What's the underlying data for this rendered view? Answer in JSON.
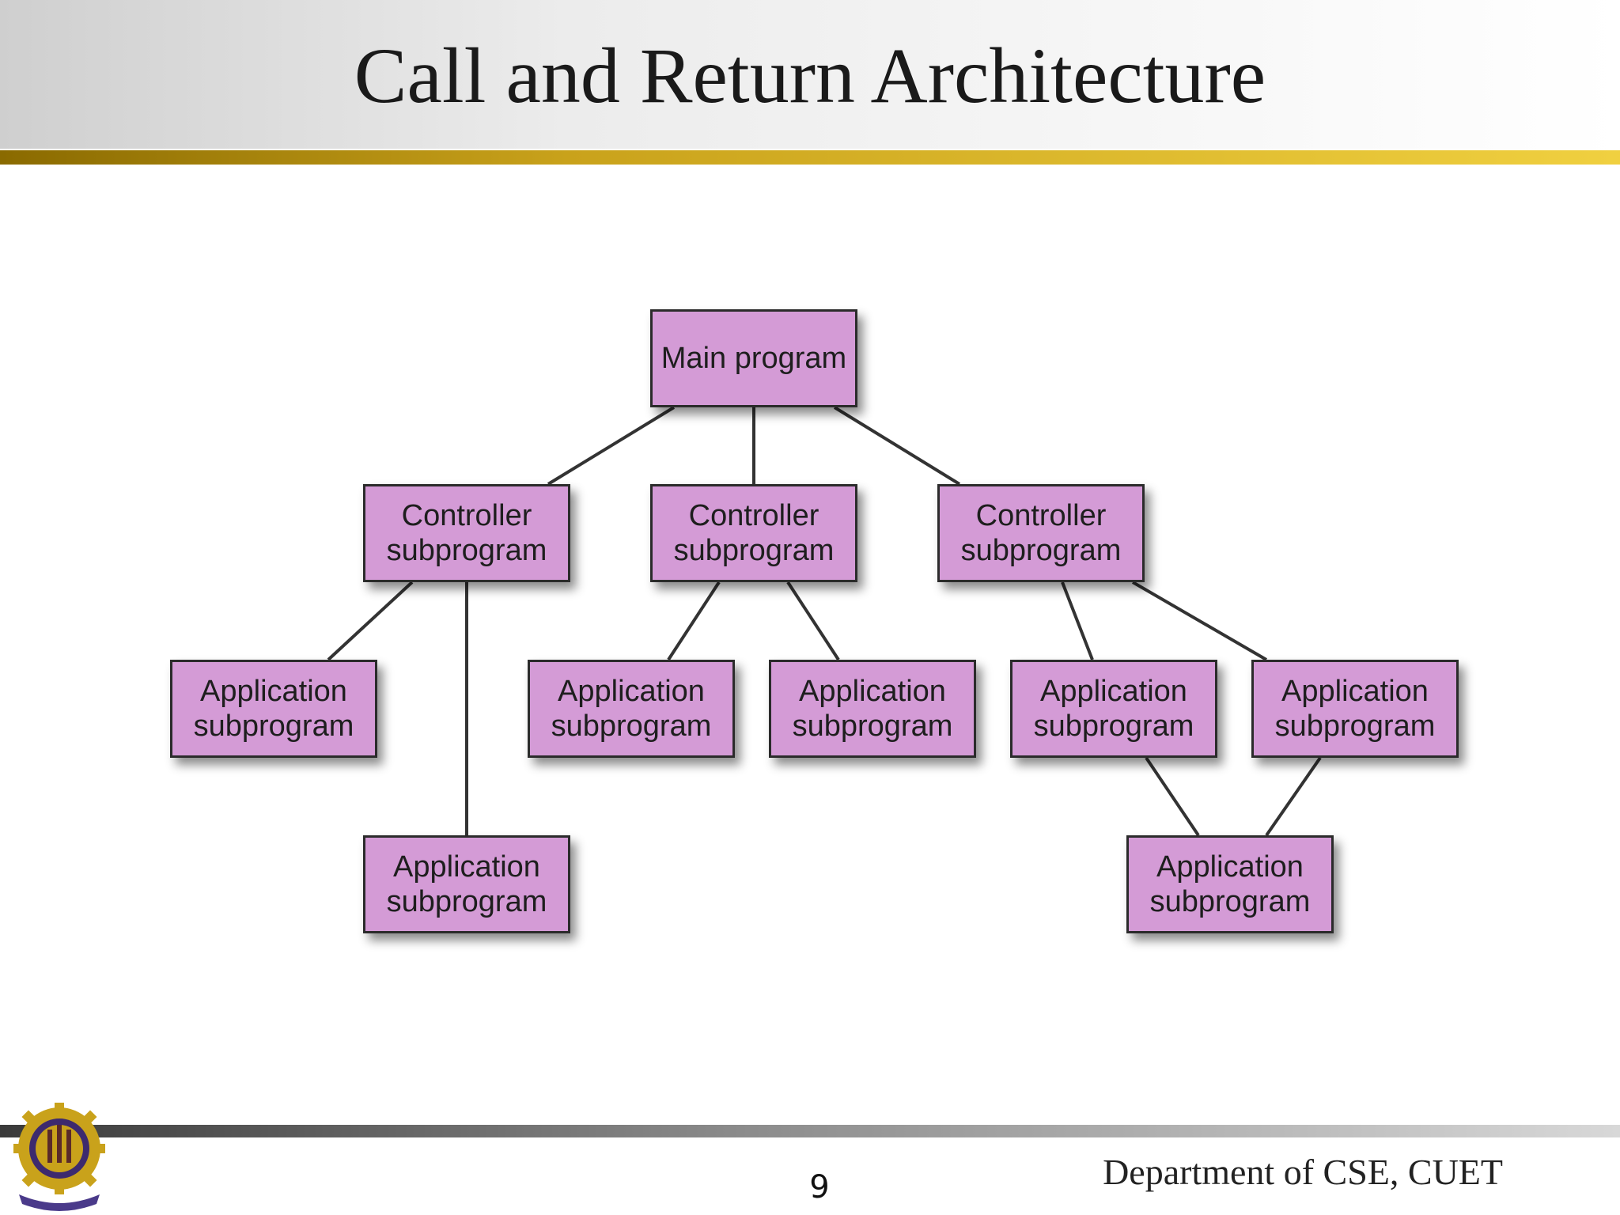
{
  "slide": {
    "title": "Call and Return Architecture",
    "page_number": "9",
    "footer": "Department of CSE, CUET"
  },
  "diagram": {
    "colors": {
      "node_fill": "#d49bd6",
      "node_border": "#2b2b2b",
      "edge": "#333333",
      "gold": "#e2c13a"
    },
    "nodes": {
      "main": {
        "label": "Main program"
      },
      "ctrl1": {
        "label": "Controller\nsubprogram"
      },
      "ctrl2": {
        "label": "Controller\nsubprogram"
      },
      "ctrl3": {
        "label": "Controller\nsubprogram"
      },
      "app1": {
        "label": "Application\nsubprogram"
      },
      "app2": {
        "label": "Application\nsubprogram"
      },
      "app3": {
        "label": "Application\nsubprogram"
      },
      "app4": {
        "label": "Application\nsubprogram"
      },
      "app5": {
        "label": "Application\nsubprogram"
      },
      "app6": {
        "label": "Application\nsubprogram"
      },
      "app7": {
        "label": "Application\nsubprogram"
      }
    },
    "edges": [
      [
        "main",
        "ctrl1"
      ],
      [
        "main",
        "ctrl2"
      ],
      [
        "main",
        "ctrl3"
      ],
      [
        "ctrl1",
        "app1"
      ],
      [
        "ctrl1",
        "app6"
      ],
      [
        "ctrl2",
        "app2"
      ],
      [
        "ctrl2",
        "app3"
      ],
      [
        "ctrl3",
        "app4"
      ],
      [
        "ctrl3",
        "app5"
      ],
      [
        "app4",
        "app7"
      ],
      [
        "app5",
        "app7"
      ]
    ]
  },
  "logo": {
    "icon": "university-seal-icon",
    "gear_color": "#c9a21b"
  }
}
